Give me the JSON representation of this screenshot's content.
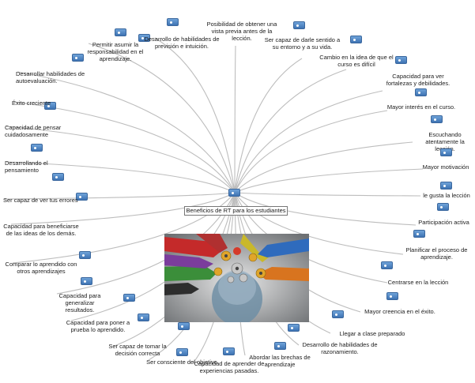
{
  "diagram": {
    "center_label": "Beneficios de RT para los estudiantes",
    "center_image_icon": "hands-with-gears-image",
    "line_color": "#bdbdbd",
    "chip_color": "#4d83c4",
    "branches": [
      {
        "text": "Posibilidad de obtener una\nvista previa antes de la\nlección."
      },
      {
        "text": "Ser capaz de darle sentido a\nsu entorno y a su vida."
      },
      {
        "text": "Cambio en la idea de que el\ncurso es difícil"
      },
      {
        "text": "Capacidad para ver\nfortalezas y debilidades."
      },
      {
        "text": "Mayor interés en el curso."
      },
      {
        "text": "Escuchando atentamente la\nlección."
      },
      {
        "text": "Mayor motivación"
      },
      {
        "text": "le gusta la lección"
      },
      {
        "text": "Participación activa"
      },
      {
        "text": "Planificar el proceso de\naprendizaje."
      },
      {
        "text": "Centrarse en la lección"
      },
      {
        "text": "Mayor creencia en el éxito."
      },
      {
        "text": "Llegar a clase preparado"
      },
      {
        "text": "Desarrollo de habilidades de\nrazonamiento."
      },
      {
        "text": "Abordar las brechas de\naprendizaje"
      },
      {
        "text": "Capacidad de aprender de\nexperiencias pasadas."
      },
      {
        "text": "Ser consciente del objetivo"
      },
      {
        "text": "Ser capaz de tomar la\ndecisión correcta"
      },
      {
        "text": "Capacidad para poner a\nprueba lo aprendido."
      },
      {
        "text": "Capacidad para generalizar\nresultados."
      },
      {
        "text": "Comparar lo aprendido con\notros aprendizajes"
      },
      {
        "text": "Capacidad para beneficiarse\nde las ideas de los demás."
      },
      {
        "text": "Ser capaz de ver tus errores"
      },
      {
        "text": "Desarrollando el\npensamiento"
      },
      {
        "text": "Capacidad de pensar\ncuidadosamente"
      },
      {
        "text": "Éxito creciente"
      },
      {
        "text": "Desarrollar habilidades de\nautoevaluación."
      },
      {
        "text": "Permitir asumir la\nresponsabilidad en el\naprendizaje."
      },
      {
        "text": "Desarrollo de habilidades de\nprevisión e intuición."
      }
    ]
  }
}
